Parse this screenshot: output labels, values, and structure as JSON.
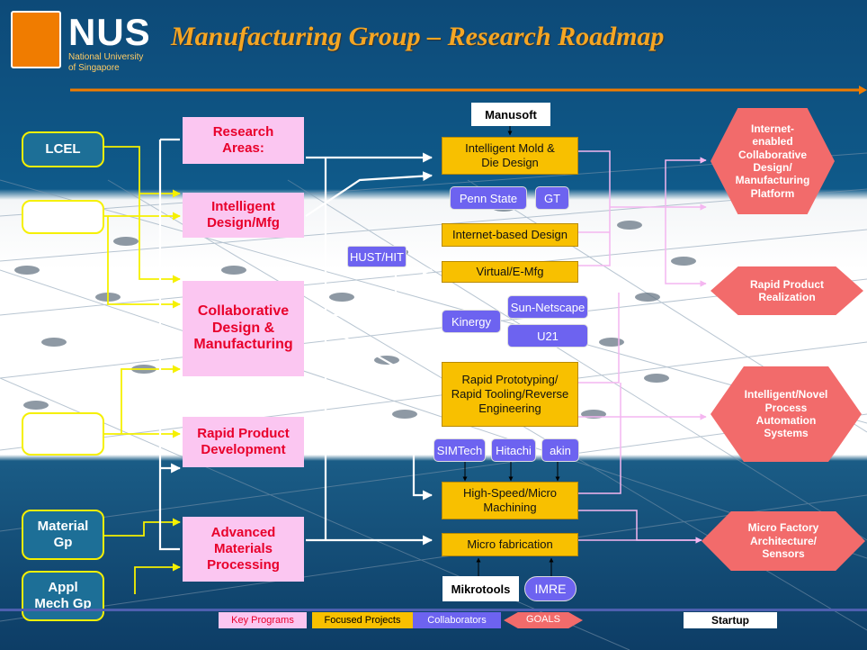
{
  "header": {
    "title": "Manufacturing Group – Research Roadmap",
    "logo_text": "NUS",
    "logo_sub1": "National University",
    "logo_sub2": "of Singapore"
  },
  "groups": [
    "LCEL",
    "",
    "",
    "Material Gp",
    "Appl Mech Gp"
  ],
  "programs": [
    "Research Areas:",
    "Intelligent Design/Mfg",
    "Collaborative Design & Manufacturing",
    "Rapid Product Development",
    "Advanced Materials Processing"
  ],
  "projects": [
    "Intelligent Mold & Die Design",
    "Internet-based Design",
    "Virtual/E-Mfg",
    "Rapid Prototyping/ Rapid Tooling/Reverse Engineering",
    "High-Speed/Micro Machining",
    "Micro fabrication"
  ],
  "collaborators": [
    "Penn State",
    "GT",
    "HUST/HIT",
    "Sun-Netscape",
    "Kinergy",
    "U21",
    "SIMTech",
    "Hitachi",
    "akin",
    "IMRE"
  ],
  "startups": [
    "Manusoft",
    "Mikrotools"
  ],
  "goals": [
    "Internet-enabled Collaborative Design/ Manufacturing Platform",
    "Rapid Product Realization",
    "Intelligent/Novel Process Automation Systems",
    "Micro Factory Architecture/ Sensors"
  ],
  "legend": {
    "key_programs": "Key Programs",
    "focused_projects": "Focused Projects",
    "collaborators": "Collaborators",
    "goals": "GOALS",
    "startup": "Startup"
  },
  "colors": {
    "program_fill": "#fbc6f1",
    "program_text": "#e8002b",
    "project_fill": "#f8c000",
    "collaborator_fill": "#6d63f0",
    "goal_fill": "#f26b6b",
    "title_color": "#f5a623",
    "group_border": "#f5f000"
  }
}
